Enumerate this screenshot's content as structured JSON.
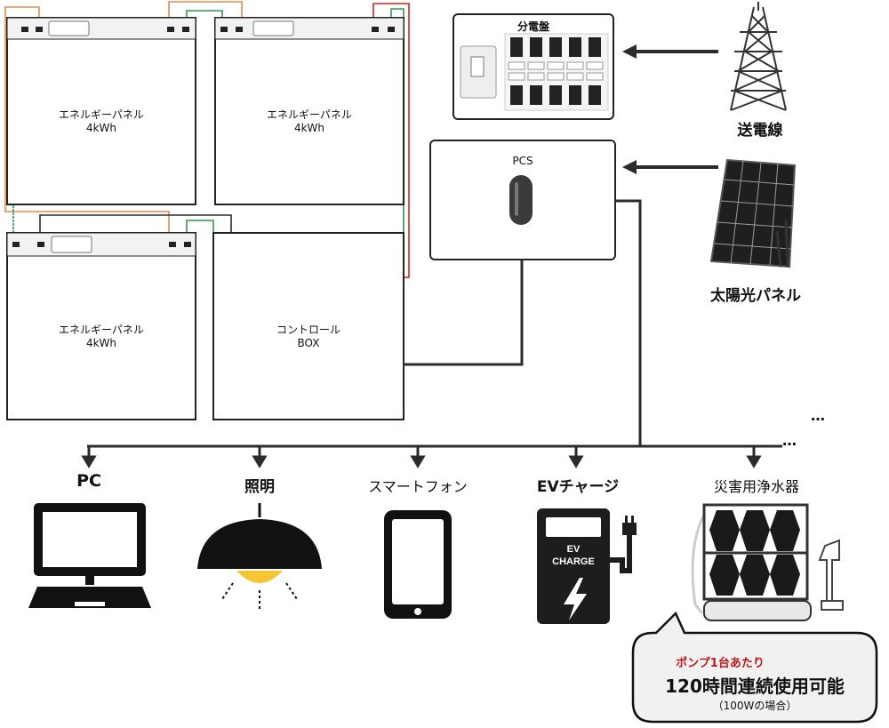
{
  "panels": [
    {
      "name": "エネルギーパネル",
      "capacity": "4kWh"
    },
    {
      "name": "エネルギーパネル",
      "capacity": "4kWh"
    },
    {
      "name": "エネルギーパネル",
      "capacity": "4kWh"
    }
  ],
  "control_box": {
    "line1": "コントロール",
    "line2": "BOX"
  },
  "pcs": {
    "label": "PCS"
  },
  "distribution_board": {
    "label": "分電盤"
  },
  "grid": {
    "label": "送電線"
  },
  "solar": {
    "label": "太陽光パネル"
  },
  "ellipsis": "…",
  "devices": [
    {
      "label": "PC"
    },
    {
      "label": "照明"
    },
    {
      "label": "スマートフォン"
    },
    {
      "label": "EVチャージ"
    },
    {
      "label": "災害用浄水器"
    }
  ],
  "ev_charger": {
    "line1": "EV",
    "line2": "CHARGE"
  },
  "callout": {
    "highlight": "ポンプ1台あたり",
    "main": "120時間連続使用可能",
    "sub": "（100Wの場合）"
  },
  "colors": {
    "orange": "#e8884a",
    "green": "#2f9a4a",
    "red": "#d42424",
    "dark": "#2b2b2b",
    "lamp": "#f5c631"
  }
}
